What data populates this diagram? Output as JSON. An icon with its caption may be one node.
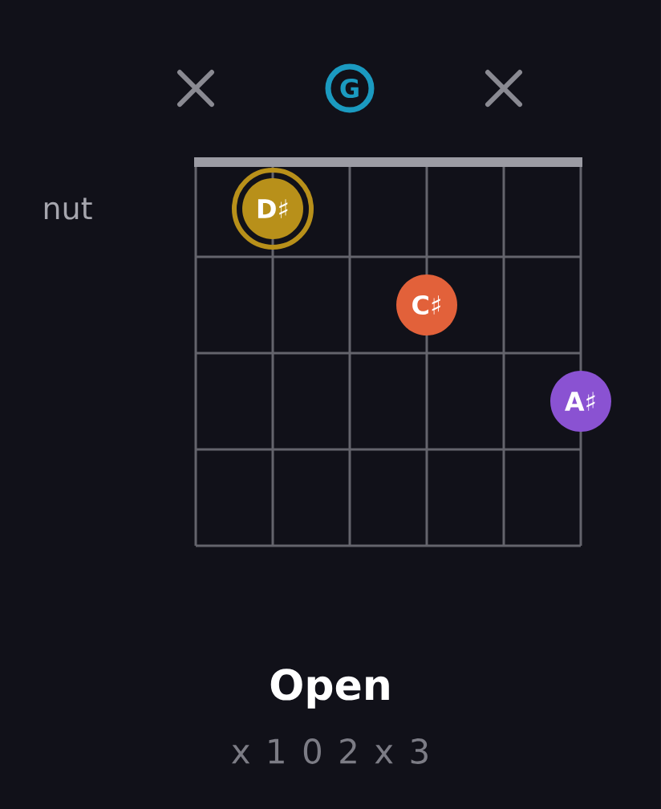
{
  "diagram": {
    "title": "Open",
    "caption": "x 1 0 2 x 3",
    "nodes": [
      {
        "text": [
          "G"
        ]
      },
      {
        "text": [
          "**D**♯"
        ]
      },
      {
        "text": [
          "**C**♯"
        ]
      },
      {
        "text": [
          "**A**♯"
        ]
      }
    ],
    "labels": [
      "nut"
    ]
  }
}
